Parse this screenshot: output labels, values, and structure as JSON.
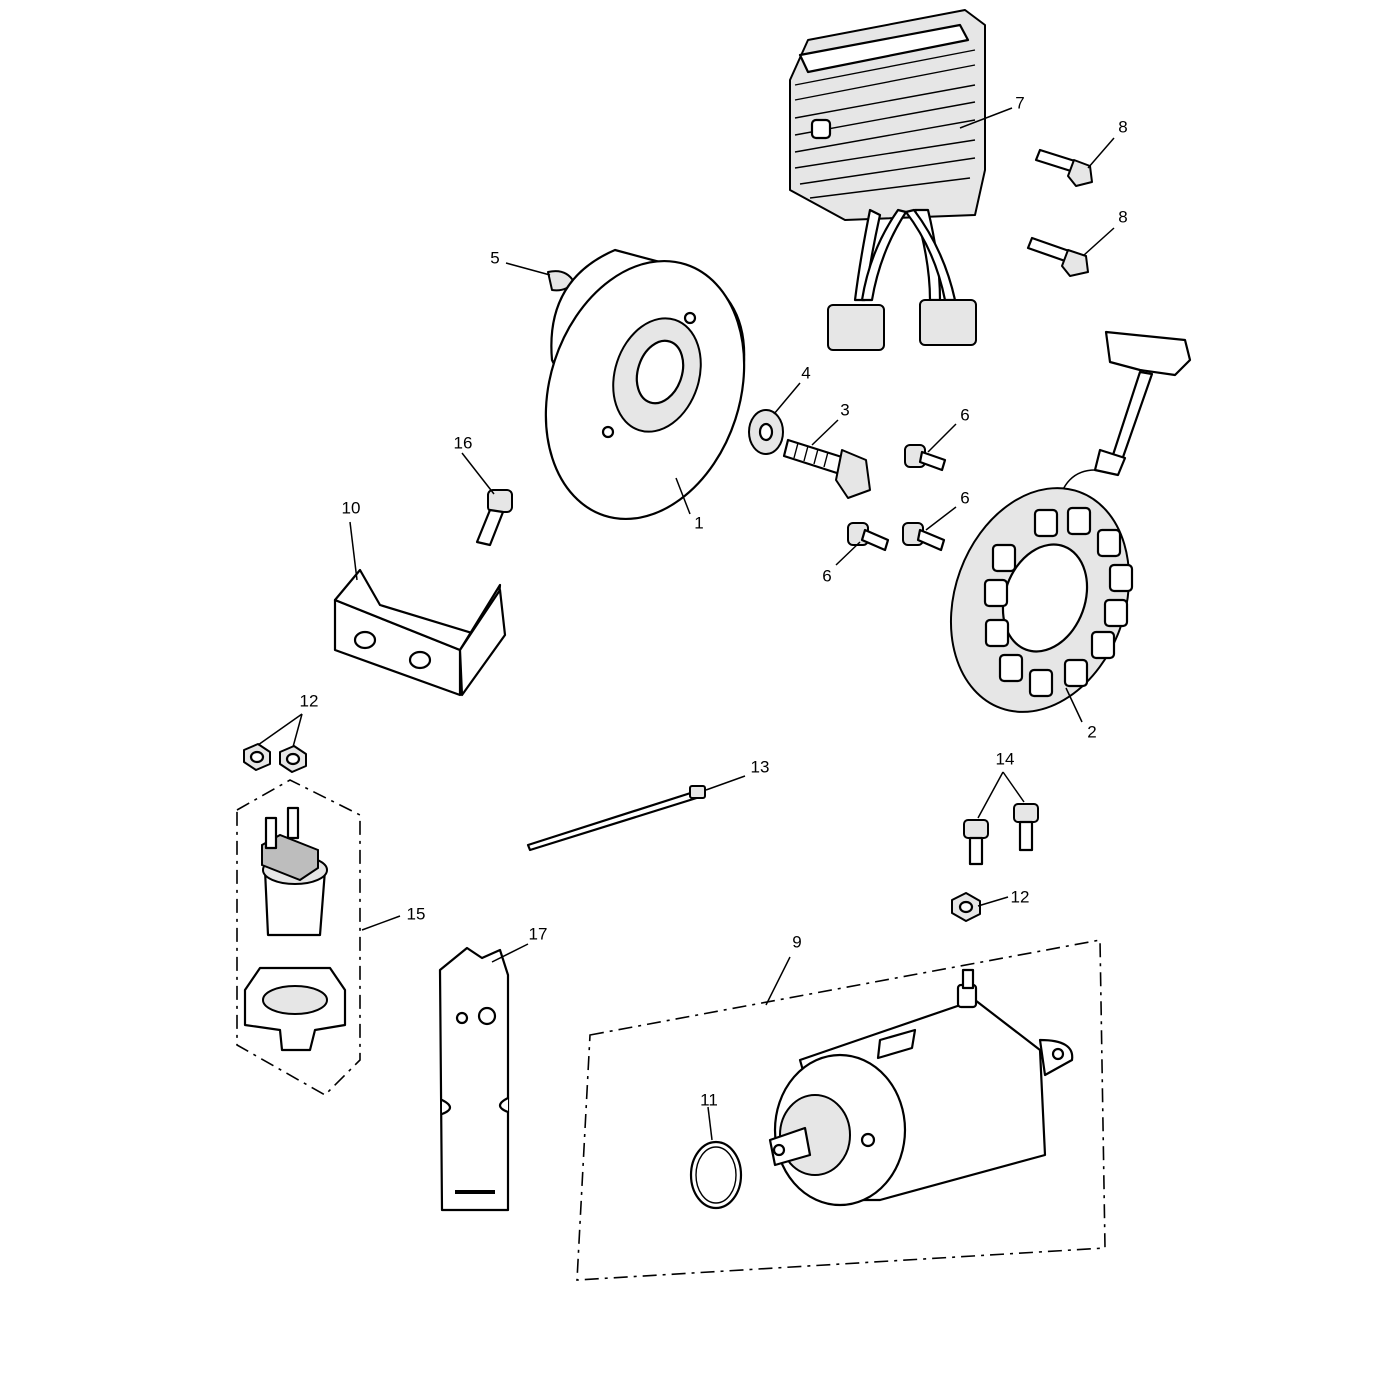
{
  "callouts": {
    "c1": "1",
    "c2": "2",
    "c3": "3",
    "c4": "4",
    "c5": "5",
    "c6a": "6",
    "c6b": "6",
    "c6c": "6",
    "c7": "7",
    "c8a": "8",
    "c8b": "8",
    "c9": "9",
    "c10": "10",
    "c11": "11",
    "c12a": "12",
    "c12b": "12",
    "c13": "13",
    "c14": "14",
    "c15": "15",
    "c16": "16",
    "c17": "17"
  },
  "colors": {
    "line": "#000000",
    "background": "#ffffff",
    "shade": "#e6e6e6"
  }
}
